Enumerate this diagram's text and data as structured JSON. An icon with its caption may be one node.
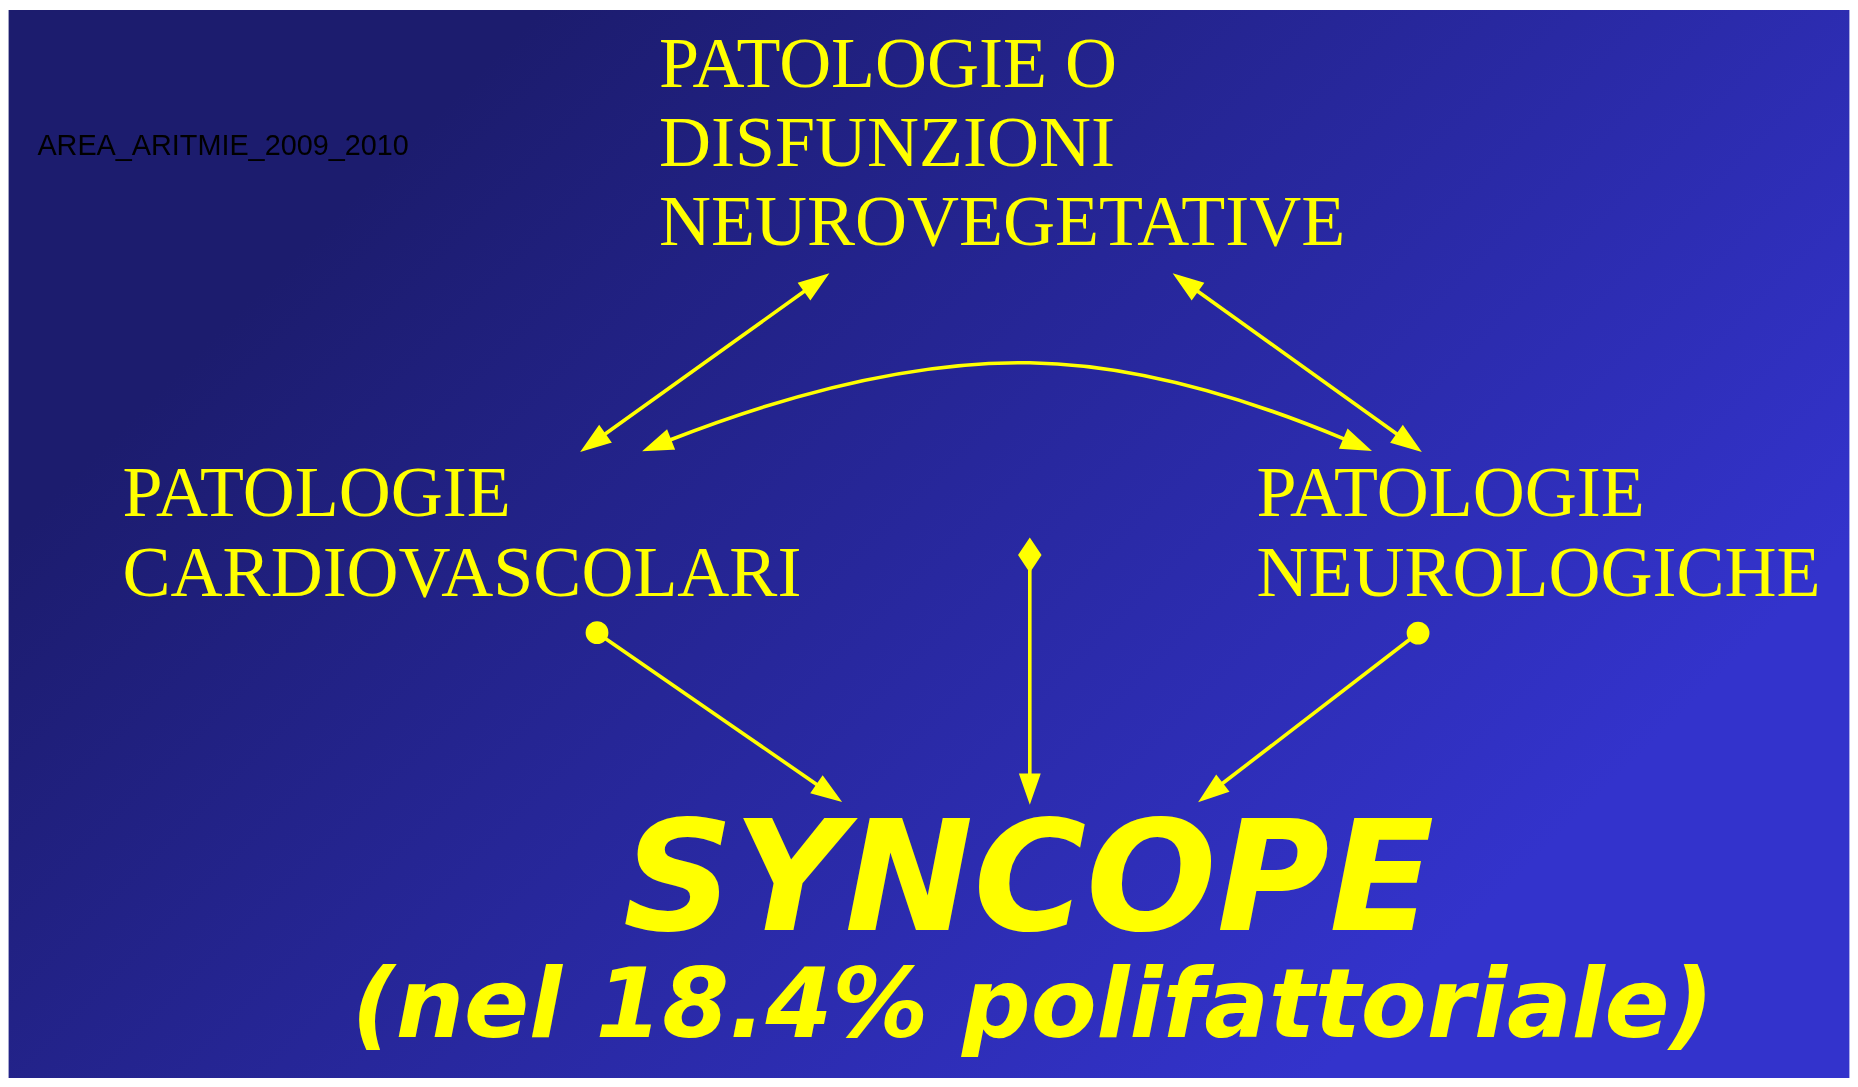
{
  "diagram": {
    "nodes": [
      {
        "text": [
          "PATOLOGIE O DISFUNZIONI NEUROVEGETATIVE"
        ]
      },
      {
        "text": [
          "PATOLOGIE CARDIOVASCOLARI"
        ]
      },
      {
        "text": [
          "PATOLOGIE NEUROLOGICHE"
        ]
      },
      {
        "text": [
          "SYNCOPE",
          "(nel 18.4% polifattoriale)"
        ]
      }
    ],
    "edges": [
      {
        "from": 0,
        "to": 1,
        "arrow": "both"
      },
      {
        "from": 0,
        "to": 2,
        "arrow": "both"
      },
      {
        "from": 1,
        "to": 2,
        "arrow": "both"
      },
      {
        "from": 1,
        "to": 3,
        "arrow": "to"
      },
      {
        "from": null,
        "to": 3,
        "arrow": "to"
      },
      {
        "from": 2,
        "to": 3,
        "arrow": "to"
      }
    ],
    "labels": [
      "AREA_ARITMIE_2009_2010"
    ]
  }
}
